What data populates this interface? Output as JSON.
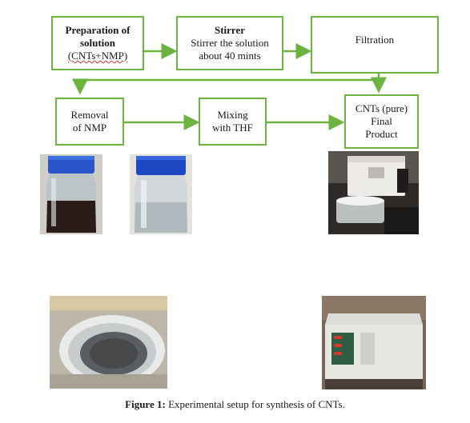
{
  "diagram": {
    "boxes": [
      {
        "id": "prep",
        "lines": [
          "Preparation of",
          "solution",
          "(CNTs+NMP)"
        ]
      },
      {
        "id": "stirrer",
        "lines": [
          "Stirrer",
          "Stirrer the solution",
          "about 40 mints"
        ]
      },
      {
        "id": "filtration",
        "lines": [
          "Filtration"
        ]
      },
      {
        "id": "removal",
        "lines": [
          "Removal",
          "of NMP"
        ]
      },
      {
        "id": "mixing",
        "lines": [
          "Mixing",
          "with THF"
        ]
      },
      {
        "id": "final",
        "lines": [
          "CNTs (pure)",
          "Final",
          "Product"
        ]
      }
    ],
    "colors": {
      "box_border": "#6cb33f",
      "arrow": "#6cb33f",
      "underline": "#d0312d"
    }
  },
  "caption": {
    "label": "Figure 1:",
    "text": " Experimental setup for synthesis of CNTs."
  }
}
